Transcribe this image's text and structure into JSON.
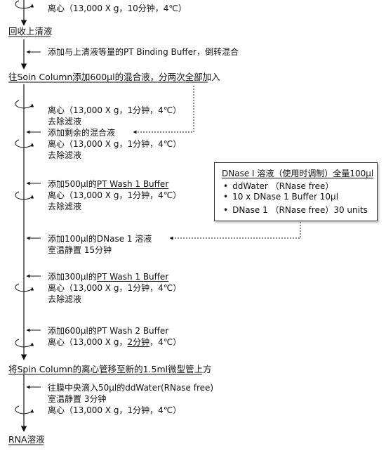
{
  "steps": {
    "centrifuge_1": "离心（13,000 X g，10分钟，4℃）",
    "recover_supernatant": "回收上清液",
    "add_binding_buffer": "添加与上清液等量的PT Binding Buffer，倒转混合",
    "load_column": "往Soin Column添加600μl的混合液，分两次全部加入",
    "centrifuge_2": "离心（13,000 X g，1分钟，4℃）",
    "discard_filtrate_1": "去除滤液",
    "add_remaining_mix": "添加剩余的混合液",
    "centrifuge_3": "离心（13,000 X g，1分钟，4℃）",
    "discard_filtrate_2": "去除滤液",
    "add_wash1_500_prefix": "添加500μl的",
    "add_wash1_500_name": "PT Wash 1 Buffer",
    "centrifuge_4": "离心（13,000 X g，1分钟，4℃）",
    "discard_filtrate_3": "去除滤液",
    "add_dnase": "添加100μl的DNase 1 溶液",
    "room_temp_15": "室温静置 15分钟",
    "add_wash1_300_prefix": "添加300μl的",
    "add_wash1_300_name": "PT Wash 1 Buffer",
    "centrifuge_5": "离心（13,000 X g，1分钟，4℃）",
    "discard_filtrate_4": "去除滤液",
    "add_wash2": "添加600μl的PT Wash 2 Buffer",
    "centrifuge_6_prefix": "离心（13,000 X g，",
    "centrifuge_6_time": "2分钟",
    "centrifuge_6_suffix": "，4℃）",
    "transfer_column": "将Spin Column的离心管移至新的1.5ml微型管上方",
    "add_ddwater": "往膜中央滴入50μl的ddWater(RNase free)",
    "room_temp_3": "室温静置 3分钟",
    "centrifuge_7": "离心（13,000 X g，1分钟，4℃）",
    "rna_solution": "RNA溶液"
  },
  "dnase_box": {
    "title": "DNase I 溶液（使用时调制）全量100μl",
    "items": [
      "ddWater （RNase free）",
      "10 x DNase 1 Buffer 10μl",
      "DNase 1 （RNase free）30 units"
    ]
  }
}
